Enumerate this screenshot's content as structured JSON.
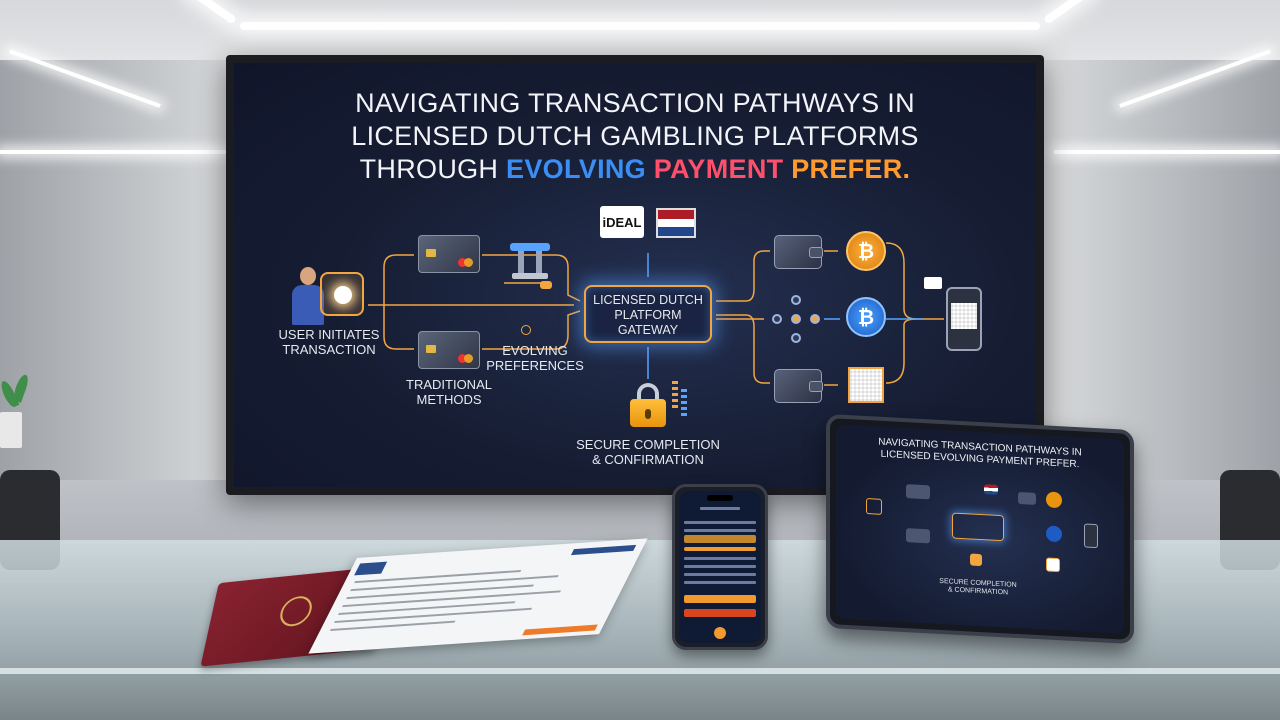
{
  "screen": {
    "title_line1": "NAVIGATING TRANSACTION PATHWAYS IN",
    "title_line2": "LICENSED DUTCH GAMBLING PLATFORMS",
    "title_line3_prefix": "THROUGH ",
    "title_word_evolving": "EVOLVING",
    "title_word_payment": "PAYMENT",
    "title_word_prefer": "PREFER.",
    "user_label_line1": "USER INITIATES",
    "user_label_line2": "TRANSACTION",
    "traditional_line1": "TRADITIONAL",
    "traditional_line2": "METHODS",
    "evolving_line1": "EVOLVING",
    "evolving_line2": "PREFERENCES",
    "gateway_line1": "LICENSED DUTCH",
    "gateway_line2": "PLATFORM",
    "gateway_line3": "GATEWAY",
    "secure_line1": "SECURE COMPLETION",
    "secure_line2": "& CONFIRMATION",
    "ideal_logo": "iDEAL",
    "crypto_symbol": "₿"
  },
  "tablet": {
    "title_line1": "NAVIGATING TRANSACTION PATHWAYS IN",
    "title_line2": "LICENSED EVOLVING PAYMENT PREFER.",
    "secure_line1": "SECURE COMPLETION",
    "secure_line2": "& CONFIRMATION"
  },
  "colors": {
    "accent_orange": "#f3a640",
    "accent_blue": "#3b8ef5",
    "accent_red": "#ff4f6a",
    "screen_bg": "#161d33"
  },
  "icons": [
    "user-icon",
    "touch-icon",
    "credit-card-icon",
    "ideal-logo",
    "netherlands-flag-icon",
    "wallet-icon",
    "bitcoin-icon",
    "network-icon",
    "qr-code-icon",
    "phone-icon",
    "lock-icon"
  ]
}
